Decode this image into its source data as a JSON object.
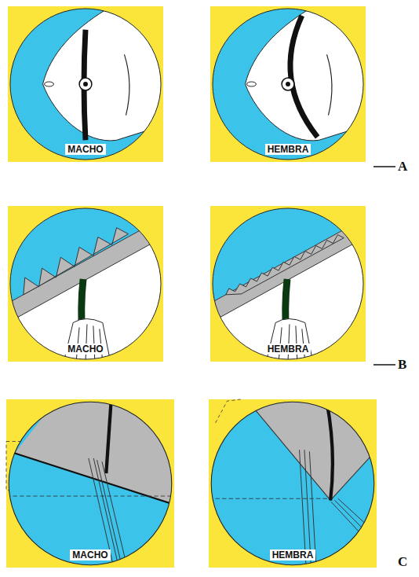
{
  "diagram": {
    "nodes": [
      {
        "text": [
          "MACHO"
        ]
      },
      {
        "text": [
          "HEMBRA"
        ]
      },
      {
        "text": [
          "MACHO"
        ]
      },
      {
        "text": [
          "HEMBRA"
        ]
      },
      {
        "text": [
          "MACHO"
        ]
      },
      {
        "text": [
          "HEMBRA"
        ]
      }
    ],
    "labels": [
      "A",
      "B",
      "C"
    ]
  }
}
